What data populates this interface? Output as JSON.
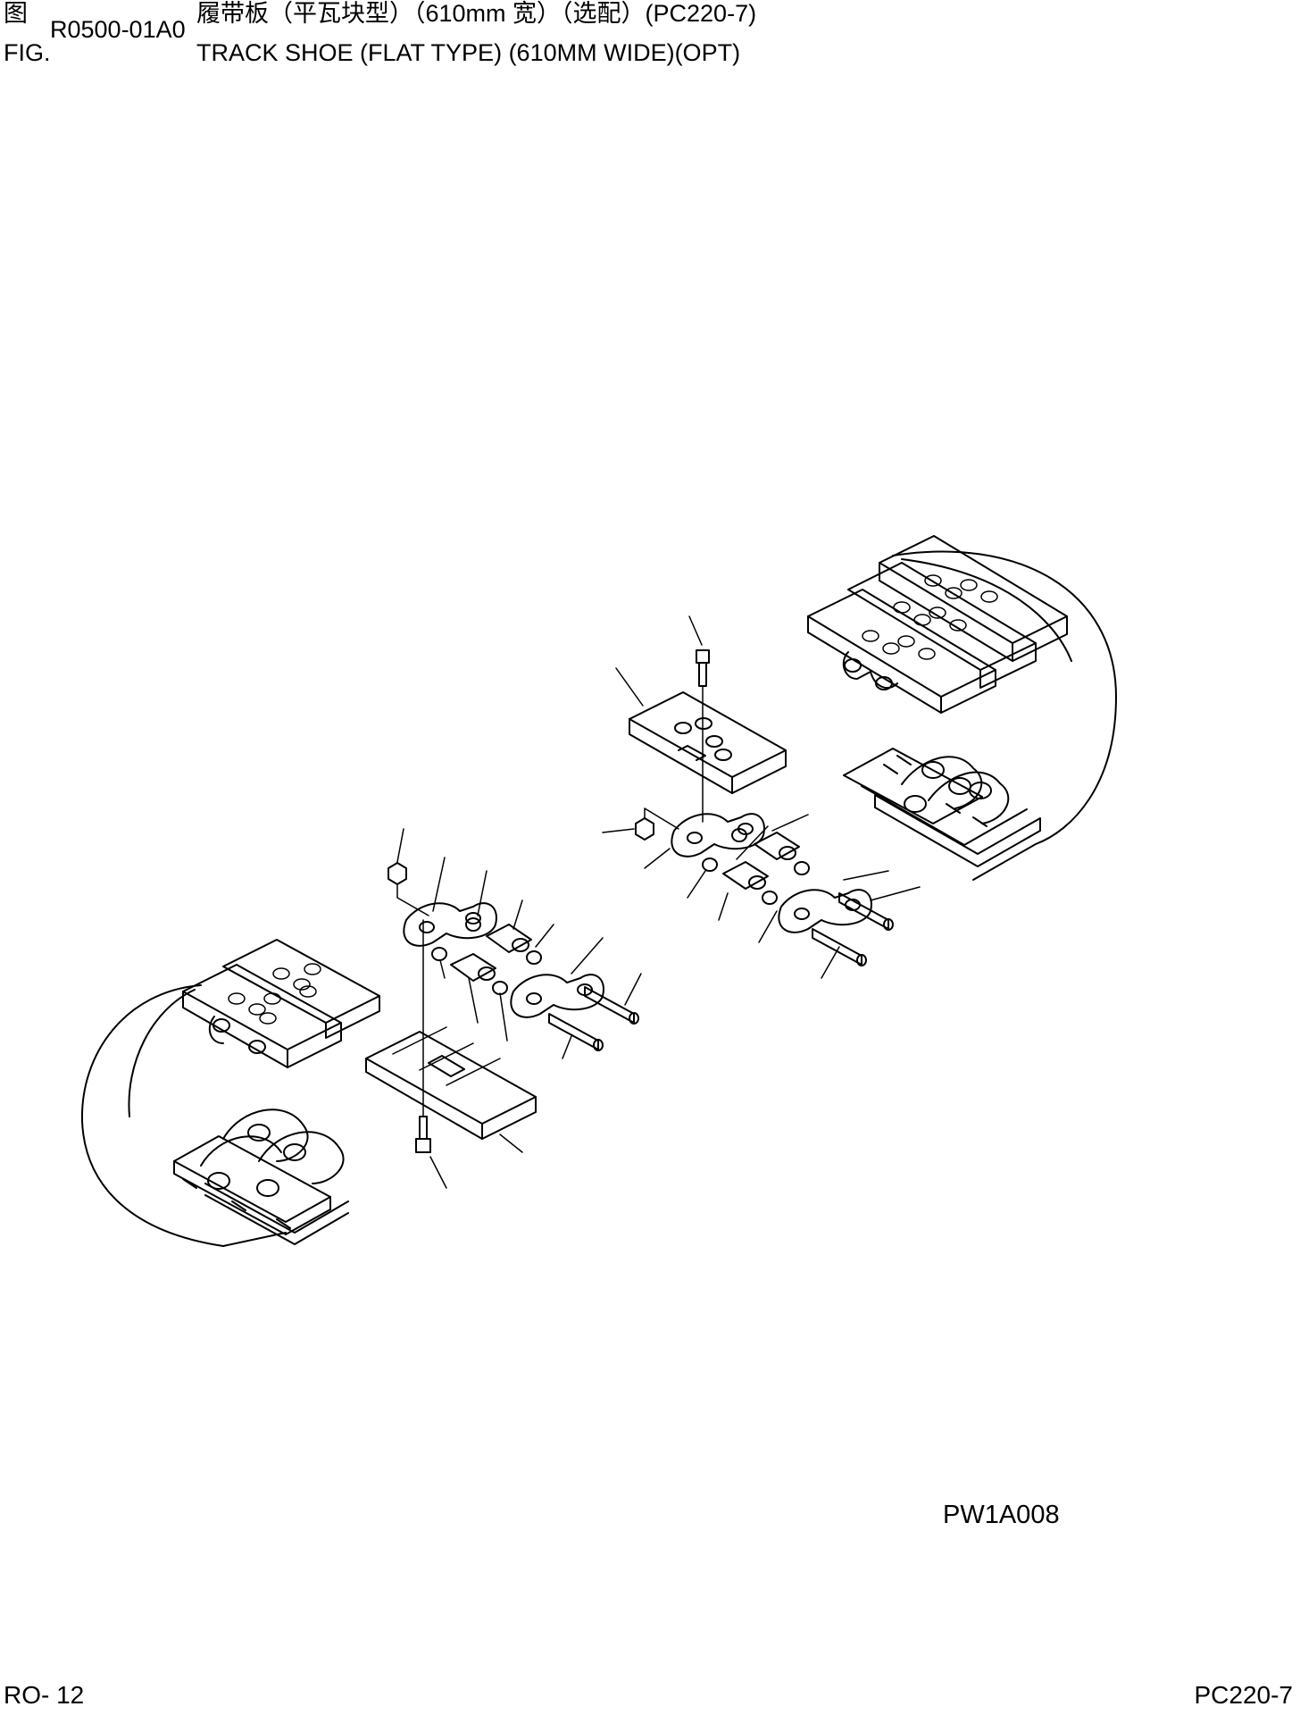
{
  "header": {
    "fig_label_cn": "图",
    "fig_label_en": "FIG.",
    "fig_code": "R0500-01A0",
    "title_cn": "履带板（平瓦块型）（610mm 宽）（选配）(PC220-7)",
    "title_en": "TRACK SHOE (FLAT TYPE) (610MM WIDE)(OPT)"
  },
  "drawing": {
    "reference_code": "PW1A008"
  },
  "footer": {
    "page_number": "RO- 12",
    "model": "PC220-7"
  }
}
